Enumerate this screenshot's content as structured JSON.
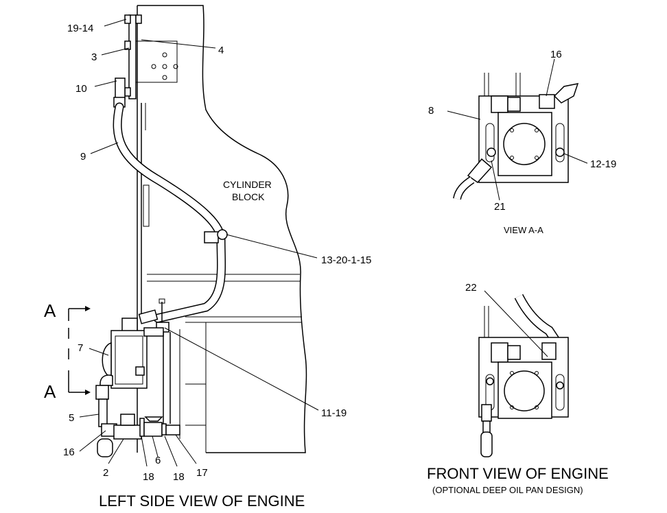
{
  "colors": {
    "ink": "#000000",
    "paper": "#ffffff"
  },
  "left_view": {
    "title": "LEFT SIDE VIEW OF ENGINE",
    "block_label_line1": "CYLINDER",
    "block_label_line2": "BLOCK",
    "section_letter_top": "A",
    "section_letter_bottom": "A",
    "callouts": {
      "c19_14": "19-14",
      "c3": "3",
      "c4": "4",
      "c10": "10",
      "c9": "9",
      "c13_20_1_15": "13-20-1-15",
      "c7": "7",
      "c11_19": "11-19",
      "c5": "5",
      "c16": "16",
      "c2": "2",
      "c18a": "18",
      "c6": "6",
      "c18b": "18",
      "c17": "17"
    }
  },
  "view_aa": {
    "title": "VIEW A-A",
    "callouts": {
      "c8": "8",
      "c16": "16",
      "c12_19": "12-19",
      "c21": "21"
    }
  },
  "front_view": {
    "title": "FRONT VIEW OF ENGINE",
    "subtitle": "(OPTIONAL DEEP OIL PAN DESIGN)",
    "callouts": {
      "c22": "22"
    }
  }
}
